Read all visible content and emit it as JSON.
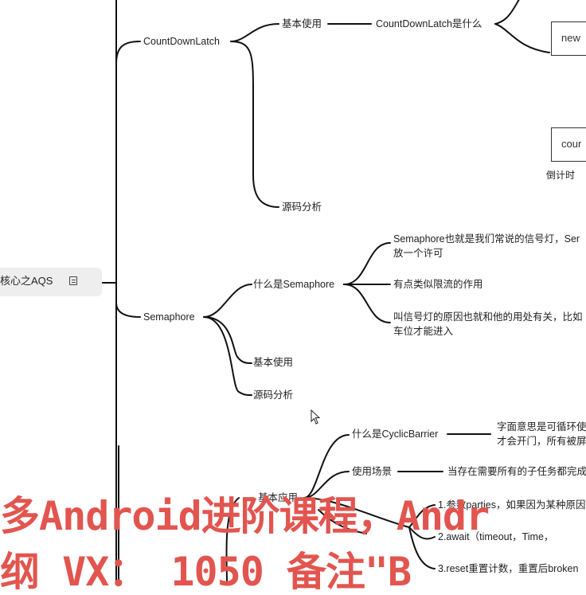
{
  "root": {
    "label": "核心之AQS",
    "icon": "note-icon"
  },
  "countdownlatch": {
    "label": "CountDownLatch",
    "basic_use": "基本使用",
    "what_is": "CountDownLatch是什么",
    "box_new": "new",
    "box_count": "cour",
    "countdown_caption": "倒计时",
    "source_analysis": "源码分析"
  },
  "semaphore": {
    "label": "Semaphore",
    "what_is": "什么是Semaphore",
    "desc1": "Semaphore也就是我们常说的信号灯，Ser",
    "desc1_cont": "放一个许可",
    "desc2": "有点类似限流的作用",
    "desc3": "叫信号灯的原因也就和他的用处有关，比如",
    "desc3_cont": "车位才能进入",
    "basic_use": "基本使用",
    "source_analysis": "源码分析"
  },
  "cyclicbarrier": {
    "basic_app": "基本应用",
    "what_is": "什么是CyclicBarrier",
    "what_desc": "字面意思是可循环使",
    "what_desc_cont": "才会开门，所有被屏",
    "scenario": "使用场景",
    "scenario_desc": "当存在需要所有的子任务都完成",
    "item1": "1.参数parties，如果因为某种原因",
    "item2": "2.await（timeout，Time，",
    "item3": "3.reset重置计数，重置后broken"
  },
  "watermark": {
    "line1": "多Android进阶课程，Andr",
    "line2": "纲 VX：     1050  备注\"B"
  },
  "colors": {
    "watermark": "#e2554f",
    "line": "#111111",
    "box_border": "#333333"
  }
}
